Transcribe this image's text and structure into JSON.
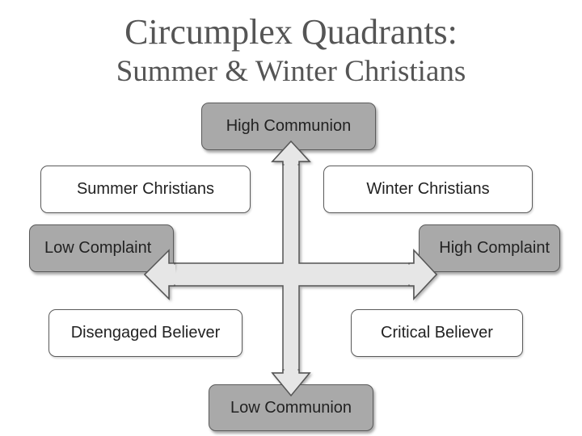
{
  "title": {
    "line1": "Circumplex Quadrants:",
    "line2": "Summer & Winter Christians"
  },
  "axes": {
    "top": "High Communion",
    "bottom": "Low Communion",
    "left": "Low Complaint",
    "right": "High Complaint"
  },
  "quadrants": {
    "top_left": "Summer Christians",
    "top_right": "Winter Christians",
    "bottom_left": "Disengaged Believer",
    "bottom_right": "Critical Believer"
  },
  "colors": {
    "axis_box_fill": "#a9a9a9",
    "quadrant_box_fill": "#ffffff",
    "arrow_fill": "#e6e6e6",
    "title_text": "#555555"
  }
}
